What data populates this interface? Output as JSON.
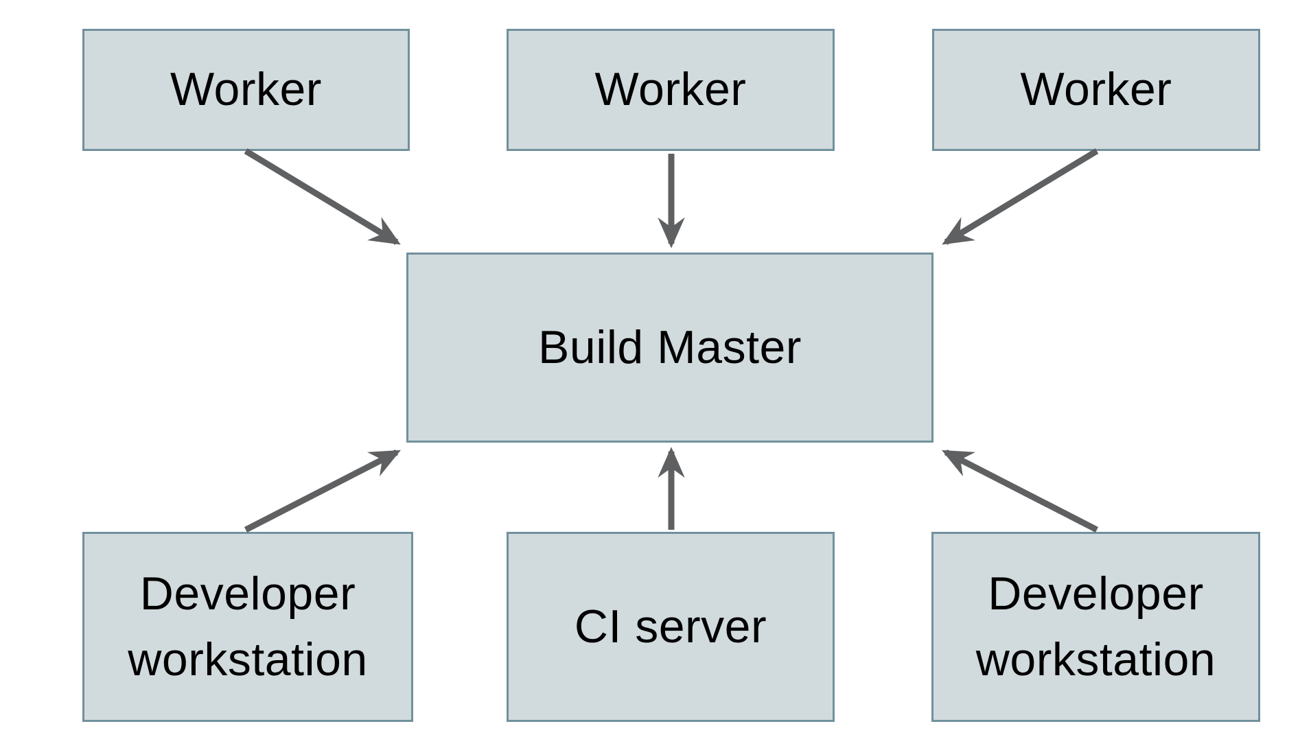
{
  "diagram": {
    "nodes": [
      {
        "id": "worker-left",
        "label": "Worker"
      },
      {
        "id": "worker-center",
        "label": "Worker"
      },
      {
        "id": "worker-right",
        "label": "Worker"
      },
      {
        "id": "build-master",
        "label": "Build Master"
      },
      {
        "id": "developer-workstation-left",
        "label": "Developer workstation"
      },
      {
        "id": "ci-server",
        "label": "CI server"
      },
      {
        "id": "developer-workstation-right",
        "label": "Developer workstation"
      }
    ],
    "edges": [
      {
        "from": "worker-left",
        "to": "build-master"
      },
      {
        "from": "worker-center",
        "to": "build-master"
      },
      {
        "from": "worker-right",
        "to": "build-master"
      },
      {
        "from": "developer-workstation-left",
        "to": "build-master"
      },
      {
        "from": "ci-server",
        "to": "build-master"
      },
      {
        "from": "developer-workstation-right",
        "to": "build-master"
      }
    ],
    "colors": {
      "node_fill": "#d1dadd",
      "node_border": "#72909d",
      "arrow": "#5f6062",
      "text": "#000000",
      "background": "#ffffff"
    }
  }
}
